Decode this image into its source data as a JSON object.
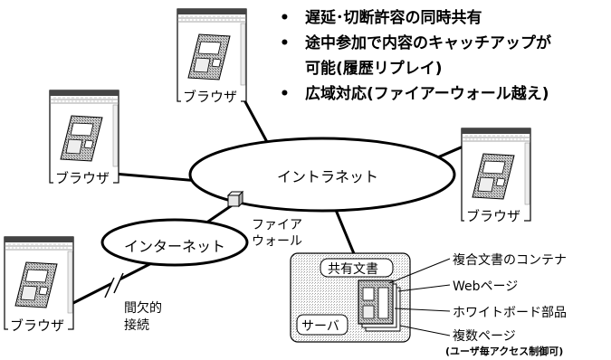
{
  "bullets": [
    "遅延･切断許容の同時共有",
    "途中参加で内容のキャッチアップが",
    "可能(履歴リプレイ)",
    "広域対応(ファイアーウォール越え)"
  ],
  "bullet_symbol": "•",
  "browser_label": "ブラウザ",
  "intranet_label": "イントラネット",
  "internet_label": "インターネット",
  "firewall_label": [
    "ファイア",
    "ウォール"
  ],
  "intermittent_label": [
    "間欠的",
    "接続"
  ],
  "shared_doc_label": "共有文書",
  "server_label": "サーバ",
  "annotations": [
    "複合文書のコンテナ",
    "Webページ",
    "ホワイトボード部品",
    "複数ページ",
    "(ユーザ毎アクセス制御可)"
  ]
}
